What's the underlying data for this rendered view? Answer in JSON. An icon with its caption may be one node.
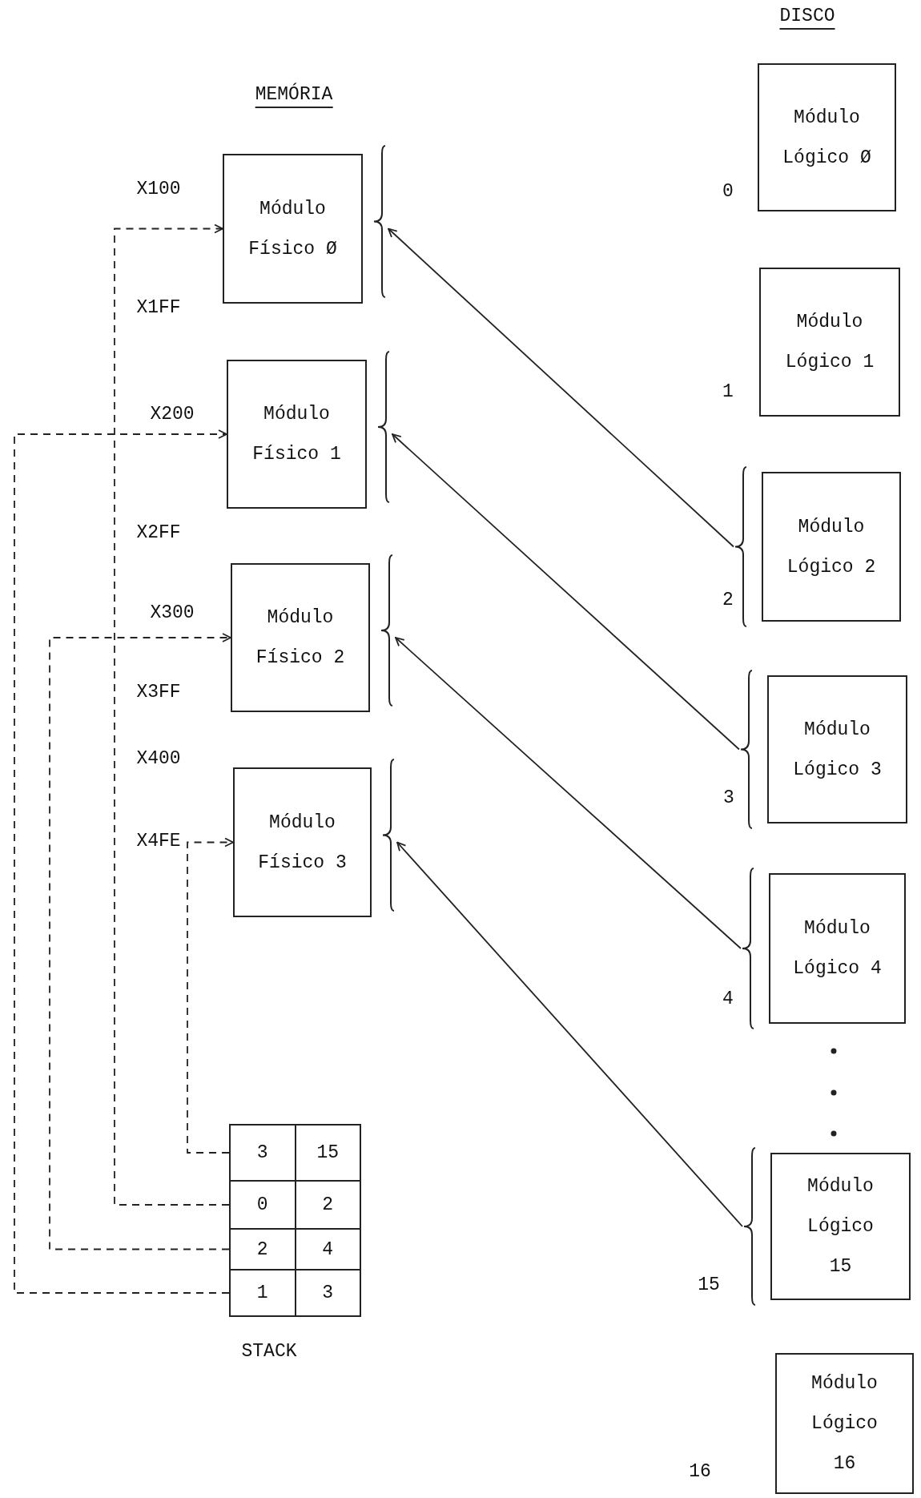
{
  "diagram": {
    "nodes": [
      {
        "text": [
          "Módulo Físico Ø"
        ]
      },
      {
        "text": [
          "Módulo Físico 1"
        ]
      },
      {
        "text": [
          "Módulo Físico 2"
        ]
      },
      {
        "text": [
          "Módulo Físico 3"
        ]
      },
      {
        "text": [
          "Módulo Lógico Ø"
        ],
        "beside": [
          "0"
        ]
      },
      {
        "text": [
          "Módulo Lógico 1"
        ],
        "beside": [
          "1"
        ]
      },
      {
        "text": [
          "Módulo Lógico 2"
        ],
        "beside": [
          "2"
        ]
      },
      {
        "text": [
          "Módulo Lógico 3"
        ],
        "beside": [
          "3"
        ]
      },
      {
        "text": [
          "Módulo Lógico 4"
        ],
        "beside": [
          "4"
        ]
      },
      {
        "text": [
          "Módulo Lógico 15"
        ],
        "beside": [
          "15"
        ]
      },
      {
        "text": [
          "Módulo Lógico 16"
        ],
        "beside": [
          "16"
        ]
      },
      {
        "text": [
          "3",
          "15"
        ]
      },
      {
        "text": [
          "0",
          "2"
        ]
      },
      {
        "text": [
          "2",
          "4"
        ]
      },
      {
        "text": [
          "1",
          "3"
        ]
      }
    ],
    "edges": [
      {
        "from": 6,
        "to": 0,
        "arrow": "to"
      },
      {
        "from": 7,
        "to": 1,
        "arrow": "to"
      },
      {
        "from": 8,
        "to": 2,
        "arrow": "to"
      },
      {
        "from": 9,
        "to": 3,
        "arrow": "to"
      },
      {
        "from": 11,
        "to": 3,
        "arrow": "to",
        "style": "dashed"
      },
      {
        "from": 12,
        "to": 0,
        "arrow": "to",
        "style": "dashed"
      },
      {
        "from": 13,
        "to": 2,
        "arrow": "to",
        "style": "dashed"
      },
      {
        "from": 14,
        "to": 1,
        "arrow": "to",
        "style": "dashed"
      }
    ],
    "labels": [
      "DISCO",
      "MEMÓRIA",
      "X100",
      "X1FF",
      "X200",
      "X2FF",
      "X300",
      "X3FF",
      "X400",
      "X4FE",
      "STACK"
    ]
  }
}
